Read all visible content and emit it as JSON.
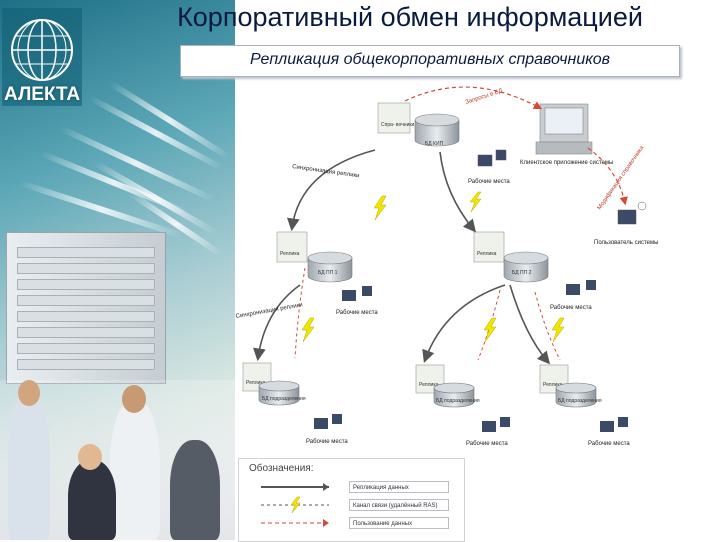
{
  "brand": {
    "logo_text": "АЛЕКТА"
  },
  "header": {
    "title": "Корпоративный обмен информацией",
    "subtitle": "Репликация общекорпоративных справочников"
  },
  "diagram": {
    "top_db": {
      "label": "БД КИП",
      "tag": "Спра-\nвочники"
    },
    "admin_pc_label": "Клиентское приложение системы",
    "top_workstations": "Рабочие места",
    "replica_left": {
      "label": "БД ПП 1",
      "tag": "Реплика"
    },
    "replica_right": {
      "label": "БД ПП 2",
      "tag": "Реплика"
    },
    "replica_left_workstations": "Рабочие места",
    "replica_right_workstations": "Рабочие места",
    "replica_bl": {
      "label": "БД подразделения",
      "tag": "Реплика"
    },
    "replica_bm": {
      "label": "БД подразделения",
      "tag": "Реплика"
    },
    "replica_br": {
      "label": "БД подразделения",
      "tag": "Реплика"
    },
    "bl_workstations": "Рабочие места",
    "bm_workstations": "Рабочие места",
    "br_workstations": "Рабочие места",
    "user_label": "Пользователь системы",
    "arrow_text_top": "Запросы в БД",
    "arrow_text_left": "Синхронизация реплики",
    "arrow_text_mid": "Синхронизация реплики",
    "arrow_text_right": "Модификация справочника"
  },
  "legend": {
    "title": "Обозначения:",
    "items": [
      "Репликация данных",
      "Канал связи (удалённый RAS)",
      "Пользование данных"
    ]
  },
  "colors": {
    "arrow": "#555555",
    "red_dashed": "#d24a3a",
    "lightning": "#f2e600"
  }
}
